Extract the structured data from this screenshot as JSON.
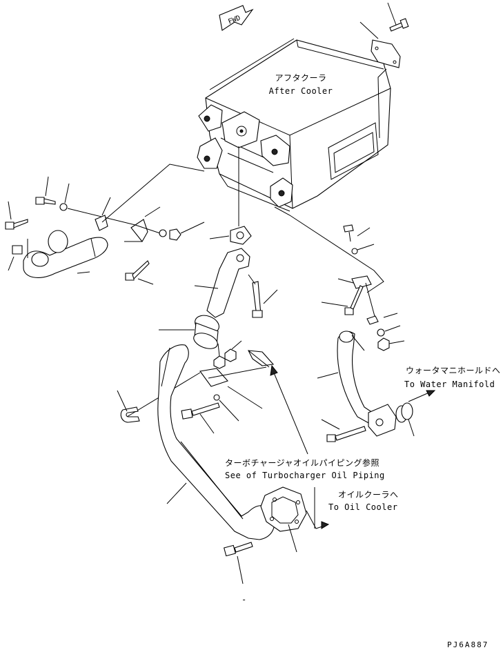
{
  "fwd_arrow": {
    "label": "FWD"
  },
  "after_cooler": {
    "jp": "アフタクーラ",
    "en": "After Cooler"
  },
  "water_manifold": {
    "jp": "ウォータマニホールドへ",
    "en": "To Water Manifold"
  },
  "turbo_piping": {
    "jp": "ターボチャージャオイルパイピング参照",
    "en": "See of Turbocharger Oil Piping"
  },
  "oil_cooler": {
    "jp": "オイルクーラへ",
    "en": "To Oil Cooler"
  },
  "drawing_number": "PJ6A887",
  "stray_mark": "-"
}
